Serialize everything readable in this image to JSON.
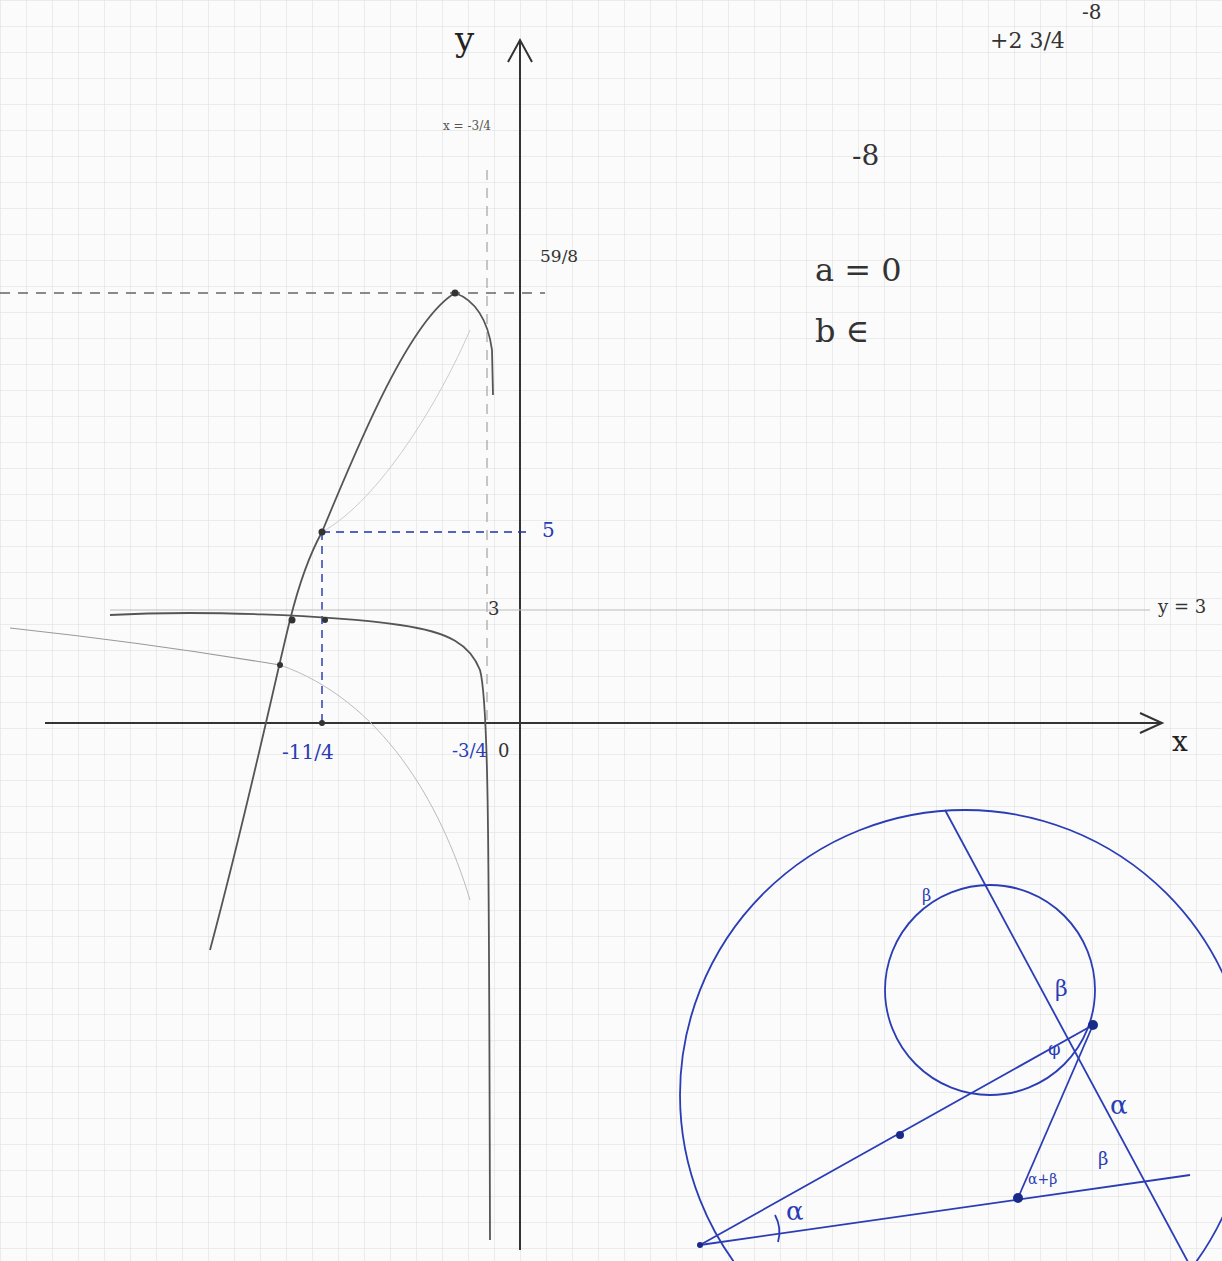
{
  "diagram": {
    "labels": [
      "y",
      "x",
      "x = -3/4",
      "59/8",
      "5",
      "3",
      "y = 3",
      "-11/4",
      "-3/4",
      "0",
      "-8",
      "+2 3/4",
      "-8",
      "a = 0",
      "b ∈",
      "β",
      "β",
      "β",
      "α",
      "α",
      "φ",
      "α+β"
    ]
  }
}
